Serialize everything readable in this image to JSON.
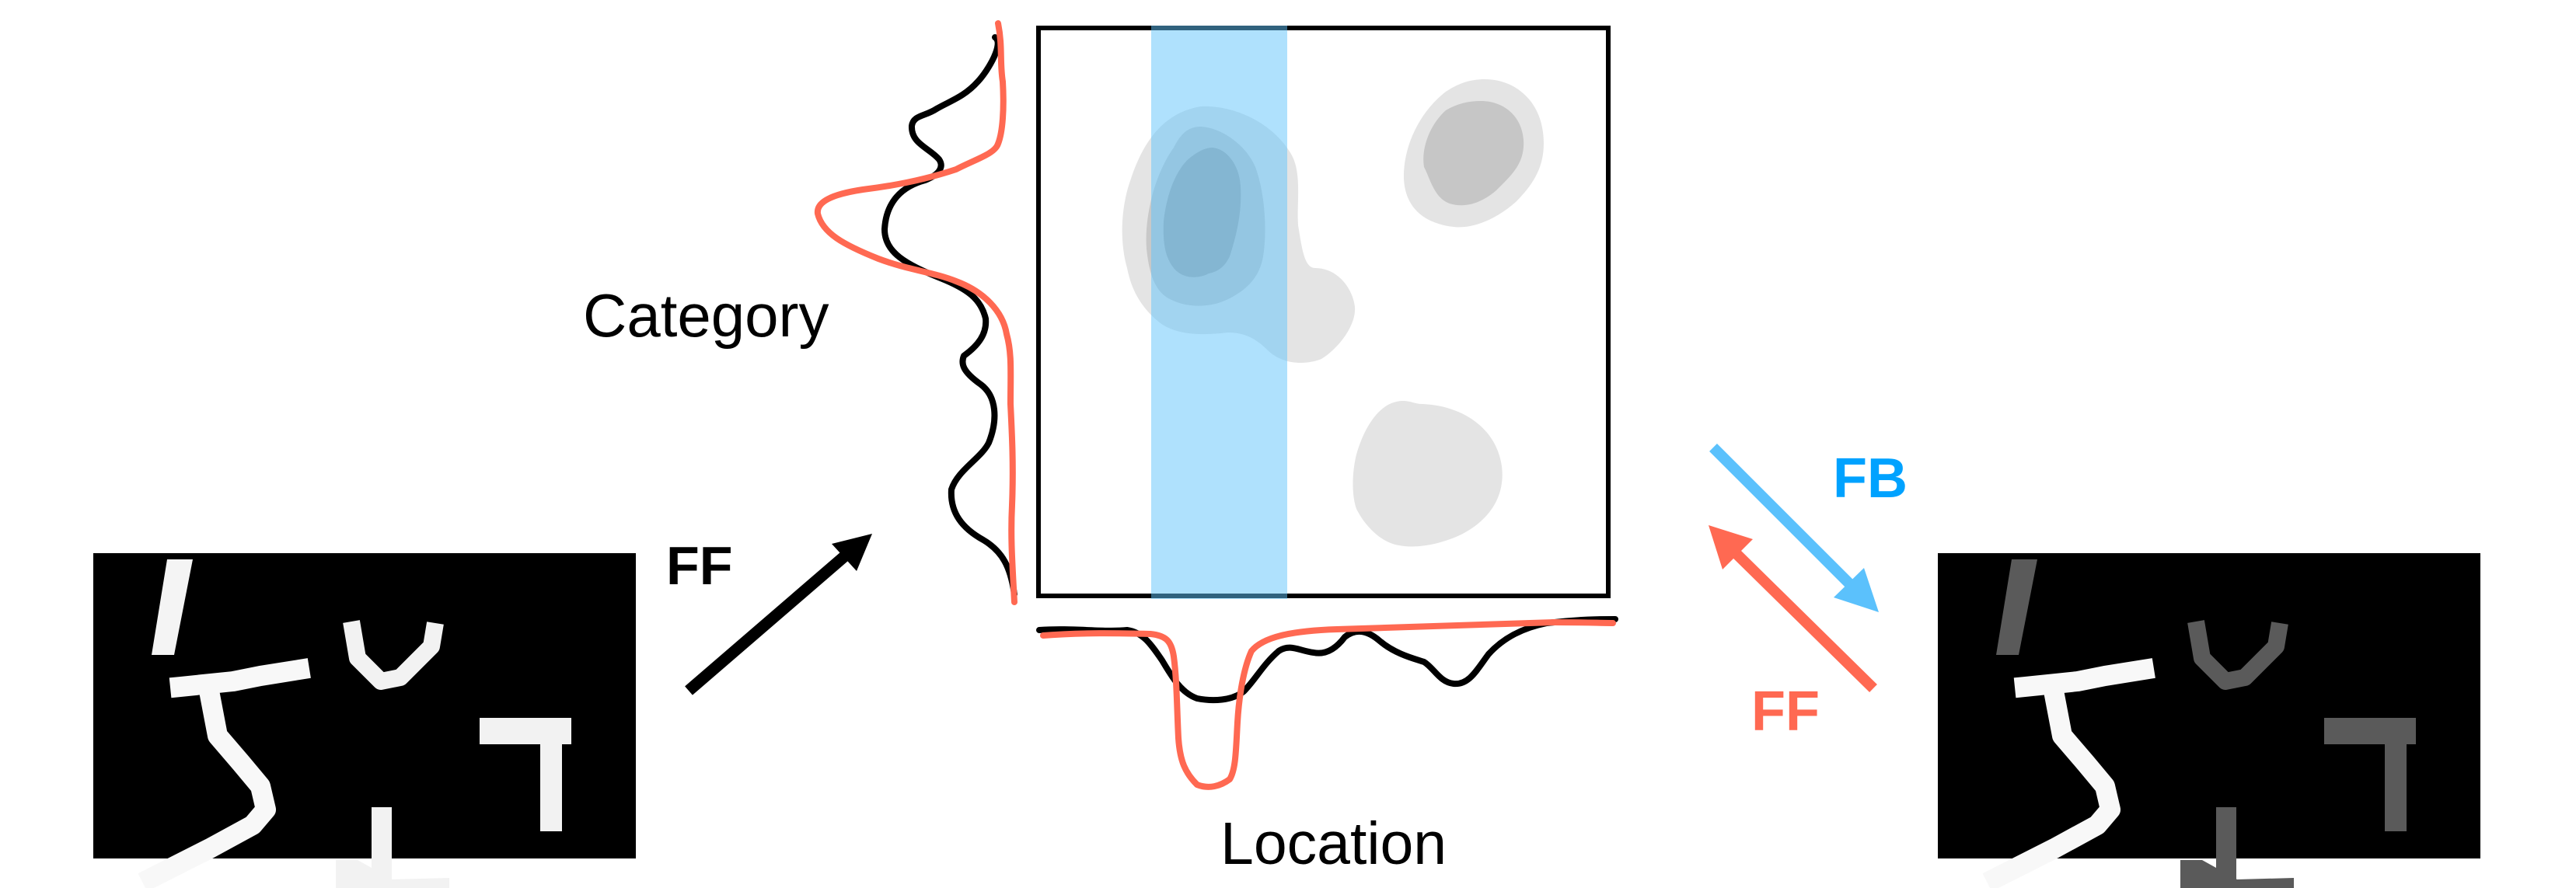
{
  "diagram": {
    "axis_labels": {
      "category": "Category",
      "location": "Location"
    },
    "arrows": {
      "input_ff": {
        "label": "FF",
        "color": "#000000"
      },
      "feedback": {
        "label": "FB",
        "color": "#5bc1fc",
        "label_color": "#00a2ff"
      },
      "output_ff": {
        "label": "FF",
        "color": "#ff6952"
      }
    },
    "panels": {
      "input_image": {
        "description": "input image of handwritten digit fragments",
        "digits": [
          "1",
          "5",
          "u",
          "7",
          "⊥"
        ],
        "bright_digit": "5"
      },
      "output_image": {
        "description": "output image with attended digit 5 bright, others dimmed",
        "bright_digit": "5",
        "dim_color": "#5a5a5a"
      }
    },
    "map": {
      "highlight_band_color": "#aee0fd",
      "blob_colors": [
        "#e4e4e4",
        "#c6c6c6",
        "#a8a8a8"
      ],
      "curve_colors": {
        "prior": "#000000",
        "posterior": "#ff6952"
      }
    }
  }
}
